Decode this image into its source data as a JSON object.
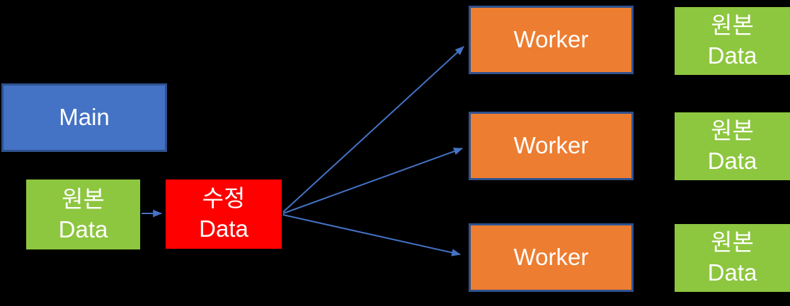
{
  "diagram": {
    "background_color": "#000000",
    "arrow_color": "#4472C4",
    "main_box": {
      "label": "Main",
      "fill": "#4472C4",
      "border_color": "#2F528F",
      "text_color": "#FFFFFF"
    },
    "source_data_box": {
      "line1": "원본",
      "line2": "Data",
      "fill": "#8DC63F",
      "text_color": "#FFFFFF"
    },
    "modified_data_box": {
      "line1": "수정",
      "line2": "Data",
      "fill": "#FF0000",
      "text_color": "#FFFFFF"
    },
    "worker_boxes": [
      {
        "label": "Worker"
      },
      {
        "label": "Worker"
      },
      {
        "label": "Worker"
      }
    ],
    "worker_style": {
      "fill": "#ED7D31",
      "border_color": "#2F528F",
      "text_color": "#FFFFFF"
    },
    "replica_data_boxes": [
      {
        "line1": "원본",
        "line2": "Data"
      },
      {
        "line1": "원본",
        "line2": "Data"
      },
      {
        "line1": "원본",
        "line2": "Data"
      }
    ],
    "replica_style": {
      "fill": "#8DC63F",
      "text_color": "#FFFFFF"
    },
    "edges": [
      {
        "from": "source-data",
        "to": "modified-data"
      },
      {
        "from": "modified-data",
        "to": "worker-1"
      },
      {
        "from": "modified-data",
        "to": "worker-2"
      },
      {
        "from": "modified-data",
        "to": "worker-3"
      }
    ]
  }
}
